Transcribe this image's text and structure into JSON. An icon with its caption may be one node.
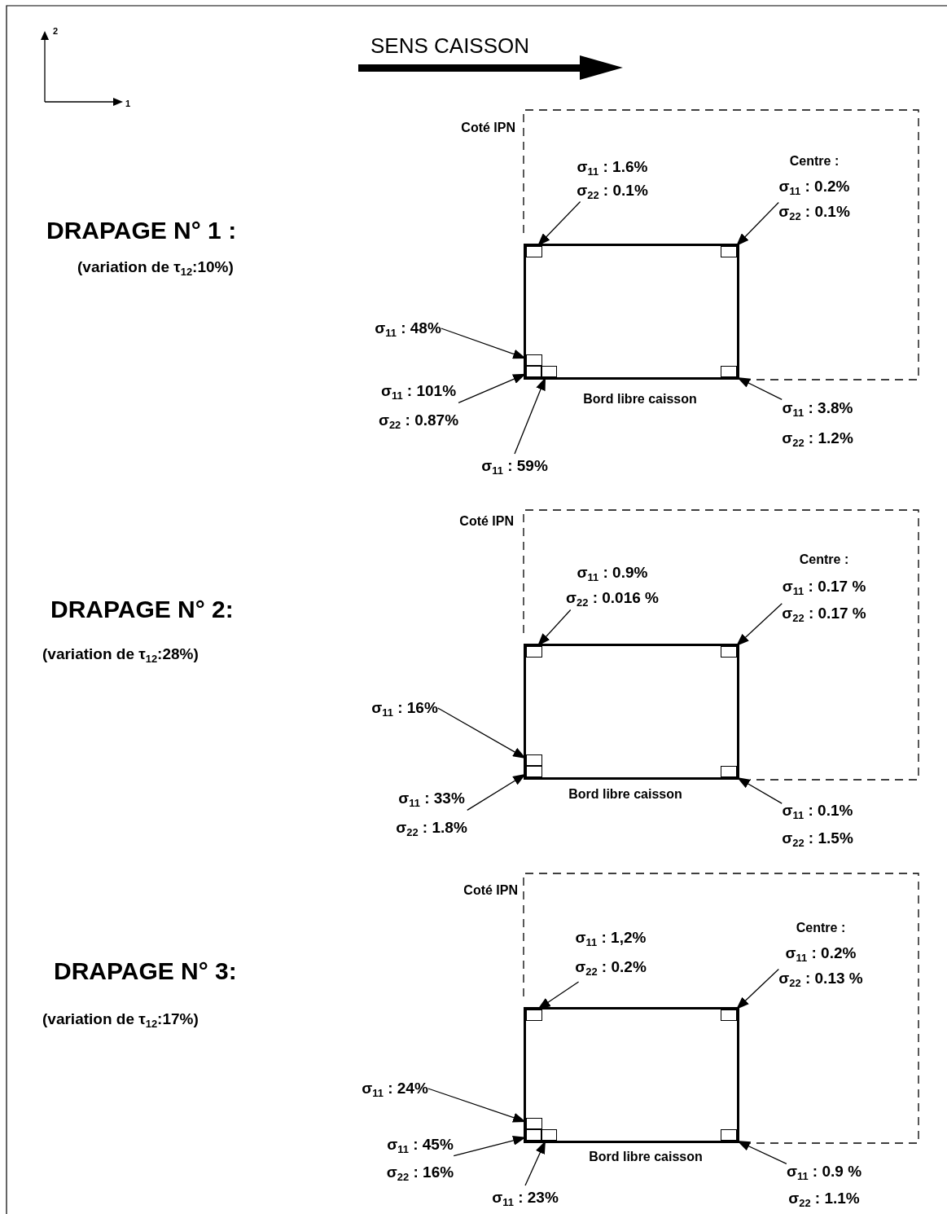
{
  "diagram": {
    "nodes": [
      {
        "text": [],
        "shape": "box",
        "beside": [
          "Bord libre caisson"
        ]
      },
      {
        "text": [],
        "shape": "box",
        "in": 0
      },
      {
        "text": [],
        "shape": "box",
        "in": 0
      },
      {
        "text": [],
        "shape": "box",
        "in": 0
      },
      {
        "text": [],
        "shape": "box",
        "in": 0
      },
      {
        "text": [],
        "shape": "box",
        "in": 0
      },
      {
        "text": [],
        "shape": "box",
        "in": 0
      },
      {
        "text": [
          "σ$_{11}$ : 1.6%",
          "σ$_{22}$ : 0.1%"
        ]
      },
      {
        "text": [
          "Centre :",
          "σ$_{11}$ : 0.2%",
          "σ$_{22}$ : 0.1%"
        ]
      },
      {
        "text": [
          "σ$_{11}$ : 48%"
        ]
      },
      {
        "text": [
          "σ$_{11}$ : 101%",
          "σ$_{22}$ : 0.87%"
        ]
      },
      {
        "text": [
          "σ$_{11}$ : 59%"
        ]
      },
      {
        "text": [
          "σ$_{11}$ : 3.8%",
          "σ$_{22}$ : 1.2%"
        ]
      },
      {
        "text": [],
        "shape": "box",
        "beside": [
          "Bord libre caisson"
        ]
      },
      {
        "text": [],
        "shape": "box",
        "in": 13
      },
      {
        "text": [],
        "shape": "box",
        "in": 13
      },
      {
        "text": [],
        "shape": "box",
        "in": 13
      },
      {
        "text": [],
        "shape": "box",
        "in": 13
      },
      {
        "text": [],
        "shape": "box",
        "in": 13
      },
      {
        "text": [
          "σ$_{11}$ : 0.9%",
          "σ$_{22}$ : 0.016 %"
        ]
      },
      {
        "text": [
          "Centre :",
          "σ$_{11}$ : 0.17 %",
          "σ$_{22}$ : 0.17 %"
        ]
      },
      {
        "text": [
          "σ$_{11}$ : 16%"
        ]
      },
      {
        "text": [
          "σ$_{11}$ : 33%",
          "σ$_{22}$ : 1.8%"
        ]
      },
      {
        "text": [
          "σ$_{11}$ : 0.1%",
          "σ$_{22}$ : 1.5%"
        ]
      },
      {
        "text": [],
        "shape": "box",
        "beside": [
          "Bord libre caisson"
        ]
      },
      {
        "text": [],
        "shape": "box",
        "in": 24
      },
      {
        "text": [],
        "shape": "box",
        "in": 24
      },
      {
        "text": [],
        "shape": "box",
        "in": 24
      },
      {
        "text": [],
        "shape": "box",
        "in": 24
      },
      {
        "text": [],
        "shape": "box",
        "in": 24
      },
      {
        "text": [],
        "shape": "box",
        "in": 24
      },
      {
        "text": [
          "σ$_{11}$ : 1,2%",
          "σ$_{22}$ : 0.2%"
        ]
      },
      {
        "text": [
          "Centre :",
          "σ$_{11}$ : 0.2%",
          "σ$_{22}$ : 0.13 %"
        ]
      },
      {
        "text": [
          "σ$_{11}$ : 24%"
        ]
      },
      {
        "text": [
          "σ$_{11}$ : 45%",
          "σ$_{22}$ : 16%"
        ]
      },
      {
        "text": [
          "σ$_{11}$ : 23%"
        ]
      },
      {
        "text": [
          "σ$_{11}$ : 0.9 %",
          "σ$_{22}$ : 1.1%"
        ]
      }
    ],
    "edges": [
      {
        "from": 7,
        "to": 1,
        "arrow": "to"
      },
      {
        "from": 8,
        "to": 2,
        "arrow": "to"
      },
      {
        "from": 9,
        "to": 3,
        "arrow": "to"
      },
      {
        "from": 10,
        "to": 4,
        "arrow": "to"
      },
      {
        "from": 11,
        "to": 5,
        "arrow": "to"
      },
      {
        "from": 12,
        "to": 6,
        "arrow": "to"
      },
      {
        "from": 19,
        "to": 14,
        "arrow": "to"
      },
      {
        "from": 20,
        "to": 15,
        "arrow": "to"
      },
      {
        "from": 21,
        "to": 16,
        "arrow": "to"
      },
      {
        "from": 22,
        "to": 17,
        "arrow": "to"
      },
      {
        "from": 23,
        "to": 18,
        "arrow": "to"
      },
      {
        "from": 31,
        "to": 25,
        "arrow": "to"
      },
      {
        "from": 32,
        "to": 26,
        "arrow": "to"
      },
      {
        "from": 33,
        "to": 27,
        "arrow": "to"
      },
      {
        "from": 34,
        "to": 28,
        "arrow": "to"
      },
      {
        "from": 35,
        "to": 29,
        "arrow": "to"
      },
      {
        "from": 36,
        "to": 30,
        "arrow": "to"
      }
    ],
    "labels": [
      "2",
      "1",
      "SENS CAISSON",
      "DRAPAGE N° 1 :",
      "(variation de τ$_{12}$:10%)",
      "Coté IPN",
      "DRAPAGE N° 2:",
      "(variation de τ$_{12}$:28%)",
      "Coté IPN",
      "DRAPAGE N° 3:",
      "(variation de τ$_{12}$:17%)",
      "Coté IPN"
    ]
  }
}
